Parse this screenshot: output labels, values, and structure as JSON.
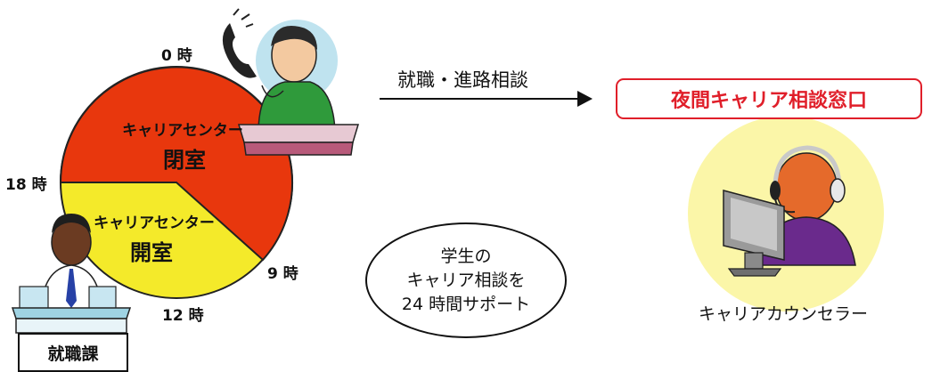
{
  "clock": {
    "hour_0": "0 時",
    "hour_9": "9 時",
    "hour_12": "12 時",
    "hour_18": "18 時",
    "closed_segment": {
      "title": "キャリアセンター",
      "status": "閉室",
      "color": "#e8370d"
    },
    "open_segment": {
      "title": "キャリアセンター",
      "status": "開室",
      "color": "#f4ea2a"
    }
  },
  "flow": {
    "arrow_label": "就職・進路相談"
  },
  "night_service": {
    "title": "夜間キャリア相談窓口",
    "counselor_label": "キャリアカウンセラー",
    "title_color": "#e01f2a",
    "halo_color": "#fbf6a8"
  },
  "support_bubble": {
    "line1": "学生の",
    "line2": "キャリア相談を",
    "line3": "24 時間サポート"
  },
  "office": {
    "label": "就職課"
  }
}
